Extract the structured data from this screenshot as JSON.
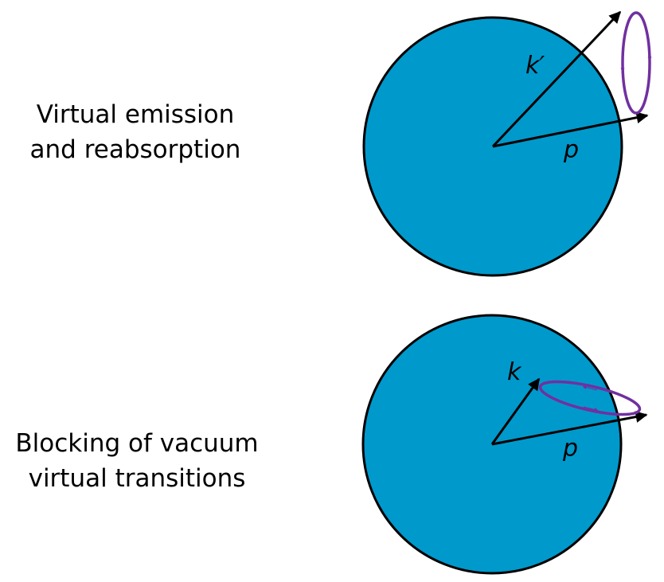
{
  "panels": [
    {
      "caption": [
        "Virtual emission",
        "and reabsorption"
      ],
      "labels": {
        "vector_a": "k′",
        "vector_b": "p"
      }
    },
    {
      "caption": [
        "Blocking of vacuum",
        "virtual transitions"
      ],
      "labels": {
        "vector_a": "k",
        "vector_b": "p"
      }
    }
  ],
  "colors": {
    "sphere_fill": "#0099cc",
    "outline": "#000000",
    "loop": "#7030a0",
    "arrow": "#000000"
  }
}
